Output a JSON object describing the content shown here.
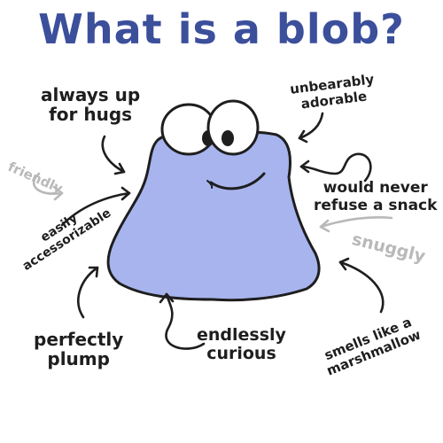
{
  "title": "What is a blob?",
  "labels": {
    "hugs": [
      "always up",
      "for hugs"
    ],
    "friendly": "friendly",
    "adorable": [
      "unbearably",
      "adorable"
    ],
    "snack": [
      "would never",
      "refuse a snack"
    ],
    "snuggly": "snuggly",
    "accessorizable": [
      "easily",
      "accessorizable"
    ],
    "plump": [
      "perfectly",
      "plump"
    ],
    "curious": [
      "endlessly",
      "curious"
    ],
    "marshmallow": [
      "smells like a",
      "marshmallow"
    ]
  },
  "colors": {
    "title": "#3b4f9b",
    "blob_fill": "#a7b4ee",
    "outline": "#1e1e1e",
    "annotation_text": "#1e1e1e",
    "annotation_faint": "#b9b9b9"
  }
}
